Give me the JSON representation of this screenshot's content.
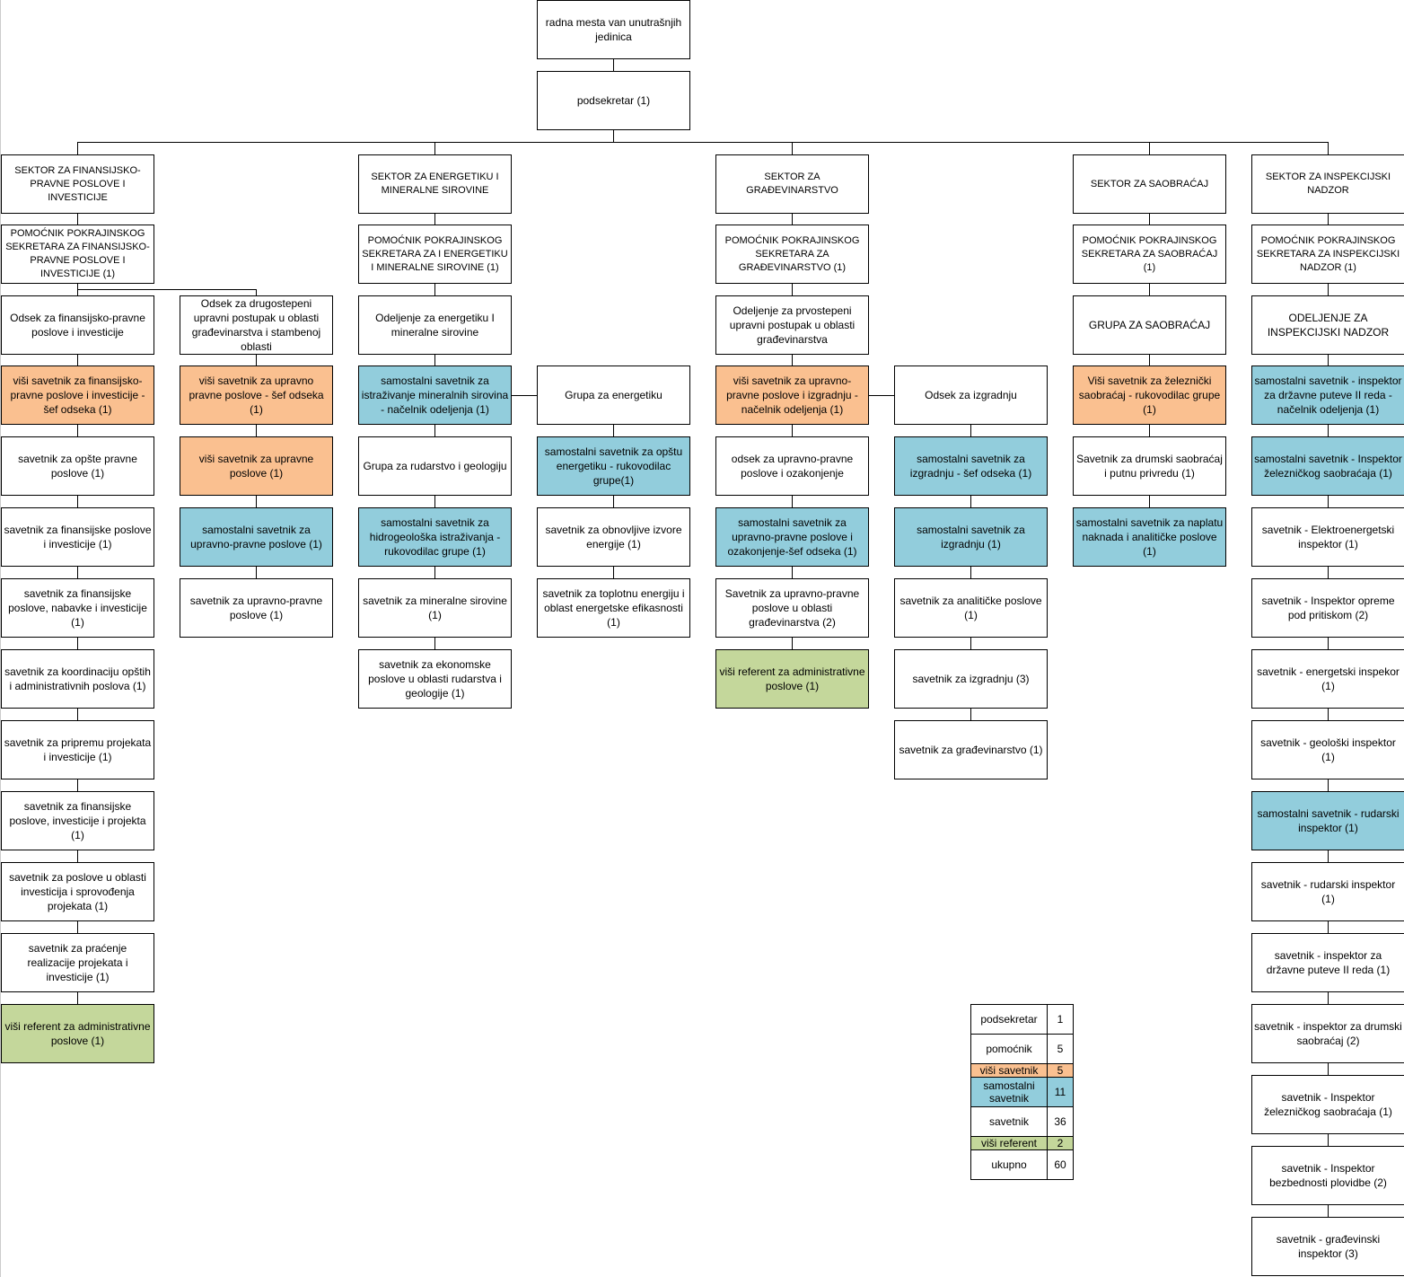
{
  "top": [
    {
      "text": "radna mesta van unutrašnjih jedinica"
    },
    {
      "text": "podsekretar (1)"
    }
  ],
  "columns": [
    {
      "boxes": [
        {
          "text": "SEKTOR ZA FINANSIJSKO-PRAVNE POSLOVE I INVESTICIJE",
          "type": "sector"
        },
        {
          "text": "POMOĆNIK POKRAJINSKOG SEKRETARA ZA FINANSIJSKO-PRAVNE POSLOVE I INVESTICIJE (1)",
          "type": "sector"
        },
        {
          "text": "Odsek za finansijsko-pravne poslove i investicije",
          "type": "plain"
        },
        {
          "text": "viši savetnik za finansijsko-pravne poslove i investicije - šef odseka (1)",
          "type": "visi"
        },
        {
          "text": "savetnik  za opšte pravne poslove (1)",
          "type": "plain"
        },
        {
          "text": "savetnik za finansijske poslove i investicije (1)",
          "type": "plain"
        },
        {
          "text": "savetnik za finansijske poslove, nabavke i investicije (1)",
          "type": "plain"
        },
        {
          "text": "savetnik za koordinaciju opštih i administrativnih poslova (1)",
          "type": "plain"
        },
        {
          "text": "savetnik za pripremu projekata i investicije (1)",
          "type": "plain"
        },
        {
          "text": "savetnik za finansijske poslove, investicije i projekta (1)",
          "type": "plain"
        },
        {
          "text": "savetnik za poslove u oblasti investicija i sprovođenja projekata (1)",
          "type": "plain"
        },
        {
          "text": "savetnik za praćenje realizacije projekata i investicije (1)",
          "type": "plain"
        },
        {
          "text": "viši referent za administrativne poslove (1)",
          "type": "referent"
        }
      ]
    },
    {
      "boxes": [
        {
          "text": "Odsek za drugostepeni upravni postupak u oblasti građevinarstva i stambenoj oblasti",
          "type": "plain"
        },
        {
          "text": "viši savetnik za upravno pravne poslove - šef odseka (1)",
          "type": "visi"
        },
        {
          "text": "viši savetnik za upravne poslove  (1)",
          "type": "visi"
        },
        {
          "text": "samostalni savetnik za upravno-pravne poslove (1)",
          "type": "samostalni"
        },
        {
          "text": "savetnik  za upravno-pravne poslove (1)",
          "type": "plain"
        }
      ]
    },
    {
      "boxes": [
        {
          "text": "SEKTOR ZA ENERGETIKU I MINERALNE SIROVINE",
          "type": "sector"
        },
        {
          "text": "POMOĆNIK POKRAJINSKOG SEKRETARA ZA I ENERGETIKU I MINERALNE SIROVINE (1)",
          "type": "sector"
        },
        {
          "text": "Odeljenje za energetiku I mineralne sirovine",
          "type": "plain"
        },
        {
          "text": "samostalni savetnik za istraživanje mineralnih sirovina - načelnik odeljenja (1)",
          "type": "samostalni"
        },
        {
          "text": "Grupa za rudarstvo i geologiju",
          "type": "plain"
        },
        {
          "text": "samostalni savetnik za hidrogeološka istraživanja - rukovodilac grupe (1)",
          "type": "samostalni"
        },
        {
          "text": "savetnik za  mineralne sirovine (1)",
          "type": "plain"
        },
        {
          "text": "savetnik za ekonomske poslove u oblasti rudarstva i geologije (1)",
          "type": "plain"
        }
      ]
    },
    {
      "boxes": [
        {
          "text": "Grupa za energetiku",
          "type": "plain"
        },
        {
          "text": "samostalni savetnik za opštu energetiku - rukovodilac grupe(1)",
          "type": "samostalni"
        },
        {
          "text": "savetnik za obnovljive izvore energije (1)",
          "type": "plain"
        },
        {
          "text": "savetnik za toplotnu energiju i oblast energetske efikasnosti (1)",
          "type": "plain"
        }
      ]
    },
    {
      "boxes": [
        {
          "text": "SEKTOR ZA GRAĐEVINARSTVO",
          "type": "sector"
        },
        {
          "text": "POMOĆNIK POKRAJINSKOG SEKRETARA ZA GRAĐEVINARSTVO (1)",
          "type": "sector"
        },
        {
          "text": "Odeljenje za prvostepeni upravni postupak u oblasti građevinarstva",
          "type": "plain"
        },
        {
          "text": "viši savetnik za upravno-pravne poslove i izgradnju - načelnik odeljenja (1)",
          "type": "visi"
        },
        {
          "text": "odsek za upravno-pravne poslove i ozakonjenje",
          "type": "plain"
        },
        {
          "text": "samostalni savetnik za upravno-pravne poslove i ozakonjenje-šef odseka (1)",
          "type": "samostalni"
        },
        {
          "text": "Savetnik za upravno-pravne poslove u oblasti građevinarstva (2)",
          "type": "plain"
        },
        {
          "text": "viši referent za administrativne poslove (1)",
          "type": "referent"
        }
      ]
    },
    {
      "boxes": [
        {
          "text": "Odsek za izgradnju",
          "type": "plain"
        },
        {
          "text": "samostalni savetnik za izgradnju - šef odseka (1)",
          "type": "samostalni"
        },
        {
          "text": "samostalni savetnik za izgradnju (1)",
          "type": "samostalni"
        },
        {
          "text": "savetnik za analitičke poslove (1)",
          "type": "plain"
        },
        {
          "text": "savetnik za izgradnju (3)",
          "type": "plain"
        },
        {
          "text": "savetnik za građevinarstvo (1)",
          "type": "plain"
        }
      ]
    },
    {
      "boxes": [
        {
          "text": "SEKTOR ZA SAOBRAĆAJ",
          "type": "sector"
        },
        {
          "text": "POMOĆNIK POKRAJINSKOG SEKRETARA ZA SAOBRAĆAJ (1)",
          "type": "sector"
        },
        {
          "text": "GRUPA ZA SAOBRAĆAJ",
          "type": "plain"
        },
        {
          "text": "Viši savetnik za železnički saobraćaj - rukovodilac grupe (1)",
          "type": "visi"
        },
        {
          "text": "Savetnik za drumski saobraćaj i putnu privredu (1)",
          "type": "plain"
        },
        {
          "text": "samostalni savetnik za naplatu naknada i analitičke poslove (1)",
          "type": "samostalni"
        }
      ]
    },
    {
      "boxes": [
        {
          "text": "SEKTOR ZA INSPEKCIJSKI NADZOR",
          "type": "sector"
        },
        {
          "text": "POMOĆNIK POKRAJINSKOG SEKRETARA ZA INSPEKCIJSKI NADZOR (1)",
          "type": "sector"
        },
        {
          "text": "ODELJENJE ZA INSPEKCIJSKI NADZOR",
          "type": "plain"
        },
        {
          "text": "samostalni savetnik - inspektor za državne puteve II reda - načelnik odeljenja (1)",
          "type": "samostalni"
        },
        {
          "text": "samostalni savetnik - Inspektor železničkog saobraćaja (1)",
          "type": "samostalni"
        },
        {
          "text": "savetnik - Elektroenergetski inspektor (1)",
          "type": "plain"
        },
        {
          "text": "savetnik - Inspektor opreme pod pritiskom (2)",
          "type": "plain"
        },
        {
          "text": "savetnik - energetski inspekor (1)",
          "type": "plain"
        },
        {
          "text": "savetnik - geološki inspektor (1)",
          "type": "plain"
        },
        {
          "text": "samostalni savetnik - rudarski inspektor  (1)",
          "type": "samostalni"
        },
        {
          "text": "savetnik - rudarski inspektor (1)",
          "type": "plain"
        },
        {
          "text": "savetnik - inspektor za državne puteve II reda (1)",
          "type": "plain"
        },
        {
          "text": "savetnik - inspektor za drumski saobraćaj (2)",
          "type": "plain"
        },
        {
          "text": "savetnik - Inspektor železničkog saobraćaja  (1)",
          "type": "plain"
        },
        {
          "text": "savetnik - Inspektor bezbednosti plovidbe (2)",
          "type": "plain"
        },
        {
          "text": "savetnik - građevinski inspektor (3)",
          "type": "plain"
        }
      ]
    }
  ],
  "legend": [
    {
      "label": "podsekretar",
      "count": "1",
      "type": "plain"
    },
    {
      "label": "pomoćnik",
      "count": "5",
      "type": "plain"
    },
    {
      "label": "viši savetnik",
      "count": "5",
      "type": "visi"
    },
    {
      "label": "samostalni savetnik",
      "count": "11",
      "type": "samostalni"
    },
    {
      "label": "savetnik",
      "count": "36",
      "type": "plain"
    },
    {
      "label": "viši referent",
      "count": "2",
      "type": "referent"
    },
    {
      "label": "ukupno",
      "count": "60",
      "type": "plain"
    }
  ],
  "colors": {
    "visi": "#fac090",
    "samostalni": "#92cddc",
    "referent": "#c4d79b"
  }
}
